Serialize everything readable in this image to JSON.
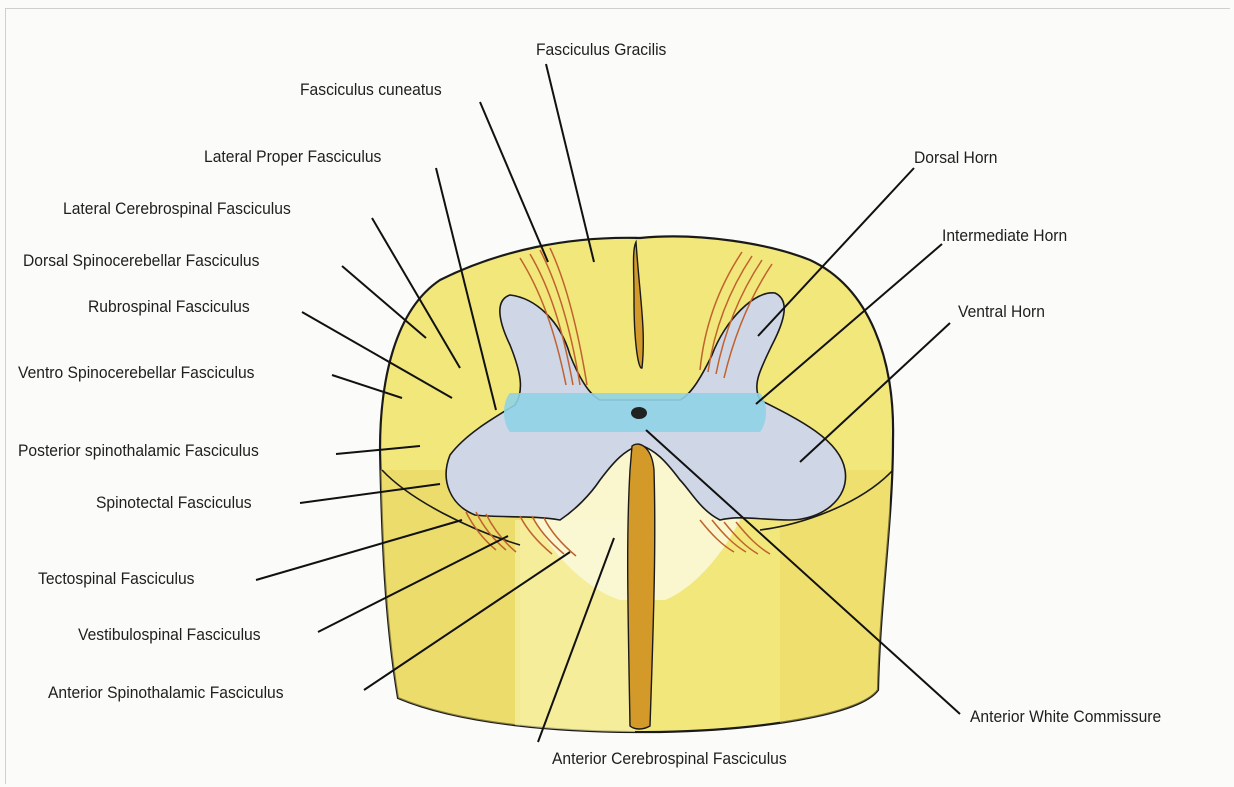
{
  "labels": {
    "fasciculus_gracilis": "Fasciculus Gracilis",
    "fasciculus_cuneatus": "Fasciculus cuneatus",
    "lateral_proper_fasciculus": "Lateral Proper Fasciculus",
    "lateral_cerebrospinal_fasciculus": "Lateral Cerebrospinal Fasciculus",
    "dorsal_spinocerebellar_fasciculus": "Dorsal Spinocerebellar Fasciculus",
    "rubrospinal_fasciculus": "Rubrospinal Fasciculus",
    "ventro_spinocerebellar_fasciculus": "Ventro Spinocerebellar Fasciculus",
    "posterior_spinothalamic_fasciculus": "Posterior spinothalamic Fasciculus",
    "spinotectal_fasciculus": "Spinotectal Fasciculus",
    "tectospinal_fasciculus": "Tectospinal Fasciculus",
    "vestibulospinal_fasciculus": "Vestibulospinal Fasciculus",
    "anterior_spinothalamic_fasciculus": "Anterior Spinothalamic Fasciculus",
    "anterior_cerebrospinal_fasciculus": "Anterior Cerebrospinal Fasciculus",
    "anterior_white_commissure": "Anterior White Commissure",
    "dorsal_horn": "Dorsal Horn",
    "intermediate_horn": "Intermediate Horn",
    "ventral_horn": "Ventral Horn"
  },
  "colors": {
    "white_matter": "#f2e77a",
    "white_matter_dark": "#e6cf55",
    "grey_matter": "#cfd6e6",
    "intermediate_zone": "#8fd3e6",
    "fissure": "#d39a2a",
    "fibers": "#c0622e",
    "outline": "#1a1a1a"
  }
}
